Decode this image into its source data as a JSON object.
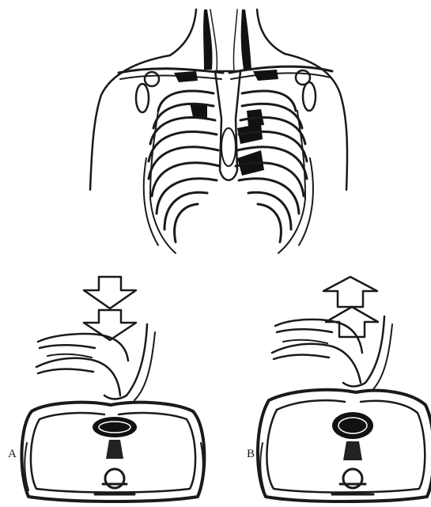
{
  "panels": [
    {
      "label": "A",
      "arrow_direction": "down"
    },
    {
      "label": "B",
      "arrow_direction": "up"
    }
  ],
  "colors": {
    "ink": "#1a1a1a",
    "background": "#ffffff",
    "dark_fill": "#111111"
  }
}
